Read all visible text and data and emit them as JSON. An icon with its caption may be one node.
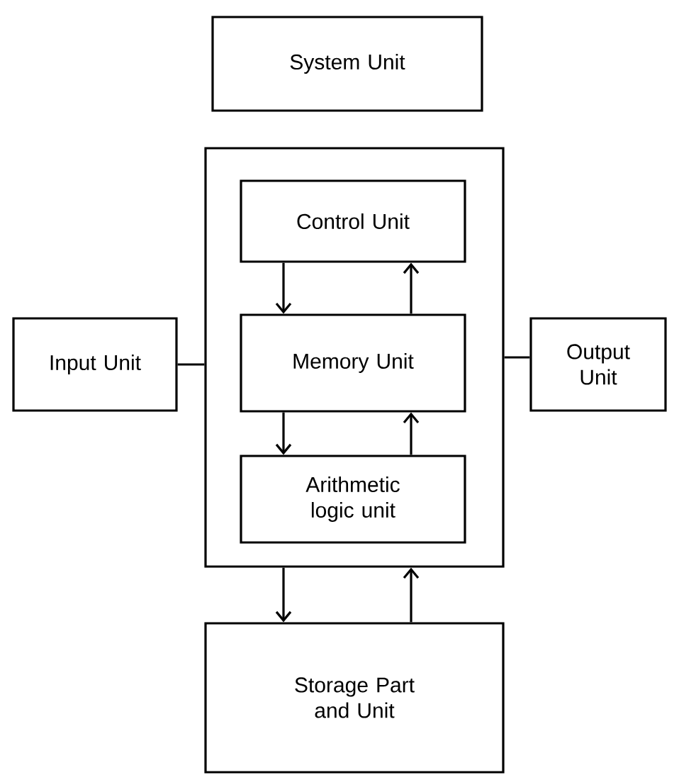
{
  "diagram": {
    "nodes": [
      {
        "text": [
          "System Unit"
        ]
      },
      {
        "text": [],
        "shape": "box"
      },
      {
        "text": [
          "Control Unit"
        ],
        "in": 1
      },
      {
        "text": [
          "Memory Unit"
        ],
        "in": 1
      },
      {
        "text": [
          "Arithmetic logic unit"
        ],
        "in": 1
      },
      {
        "text": [
          "Input Unit"
        ]
      },
      {
        "text": [
          "Output Unit"
        ]
      },
      {
        "text": [
          "Storage Part and Unit"
        ]
      }
    ],
    "edges": [
      {
        "from": 5,
        "to": 1,
        "arrow": "none"
      },
      {
        "from": 1,
        "to": 6,
        "arrow": "none"
      },
      {
        "from": 2,
        "to": 3,
        "arrow": "to"
      },
      {
        "from": 3,
        "to": 2,
        "arrow": "to"
      },
      {
        "from": 3,
        "to": 4,
        "arrow": "to"
      },
      {
        "from": 4,
        "to": 3,
        "arrow": "to"
      },
      {
        "from": 1,
        "to": 7,
        "arrow": "to"
      },
      {
        "from": 7,
        "to": 1,
        "arrow": "to"
      }
    ]
  }
}
